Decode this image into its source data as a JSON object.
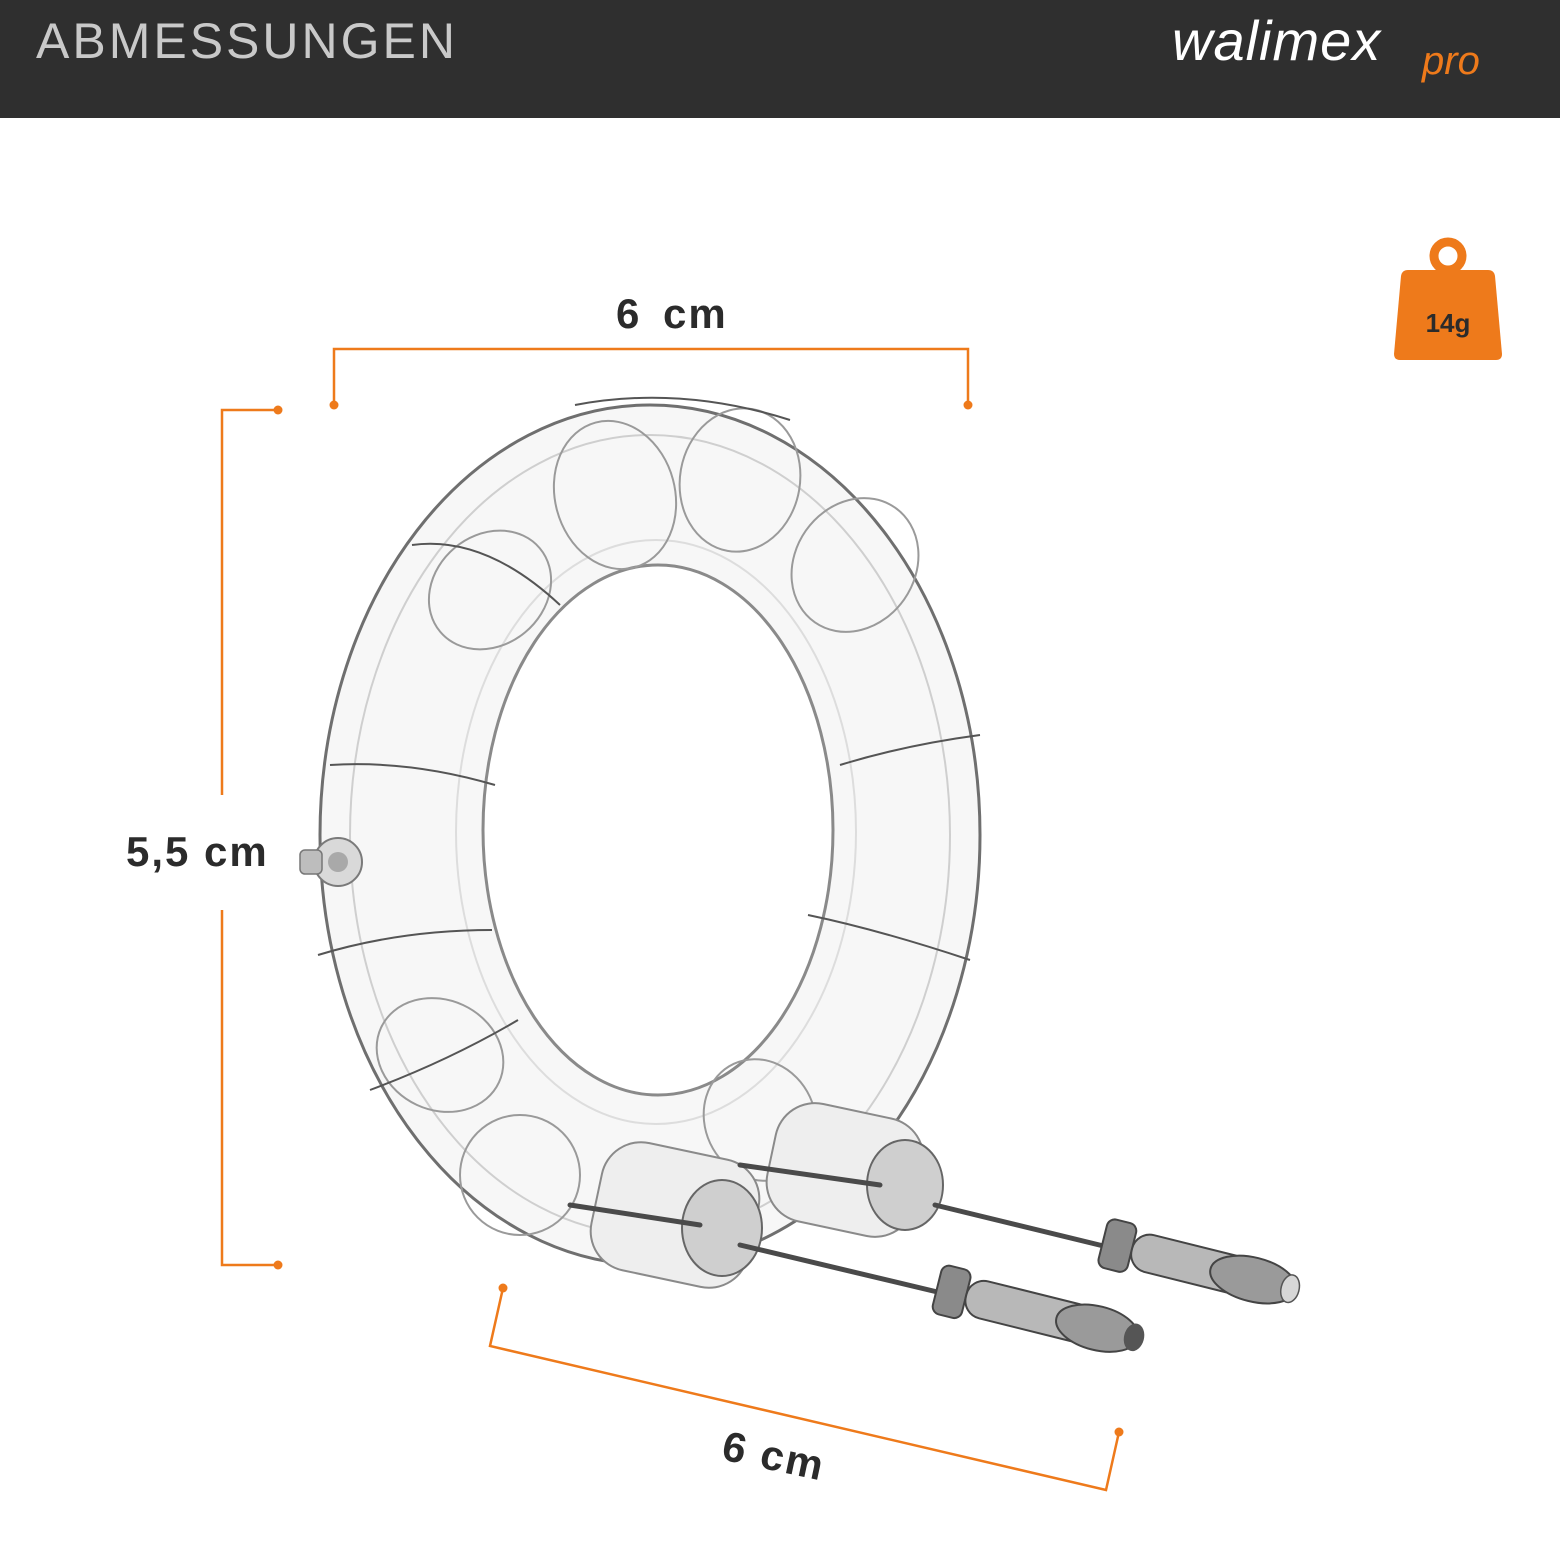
{
  "header": {
    "title": "ABMESSUNGEN",
    "brand_name": "walimex",
    "brand_suffix": "pro"
  },
  "dimensions": {
    "width_top": "6 cm",
    "height_left": "5,5 cm",
    "depth_bottom": "6 cm"
  },
  "weight": {
    "value": "14g",
    "icon": "weight-icon"
  },
  "colors": {
    "accent": "#ee7a1b",
    "header_bg": "#2f2f2f",
    "header_text": "#c9c9c9",
    "label_text": "#2b2b2b"
  }
}
